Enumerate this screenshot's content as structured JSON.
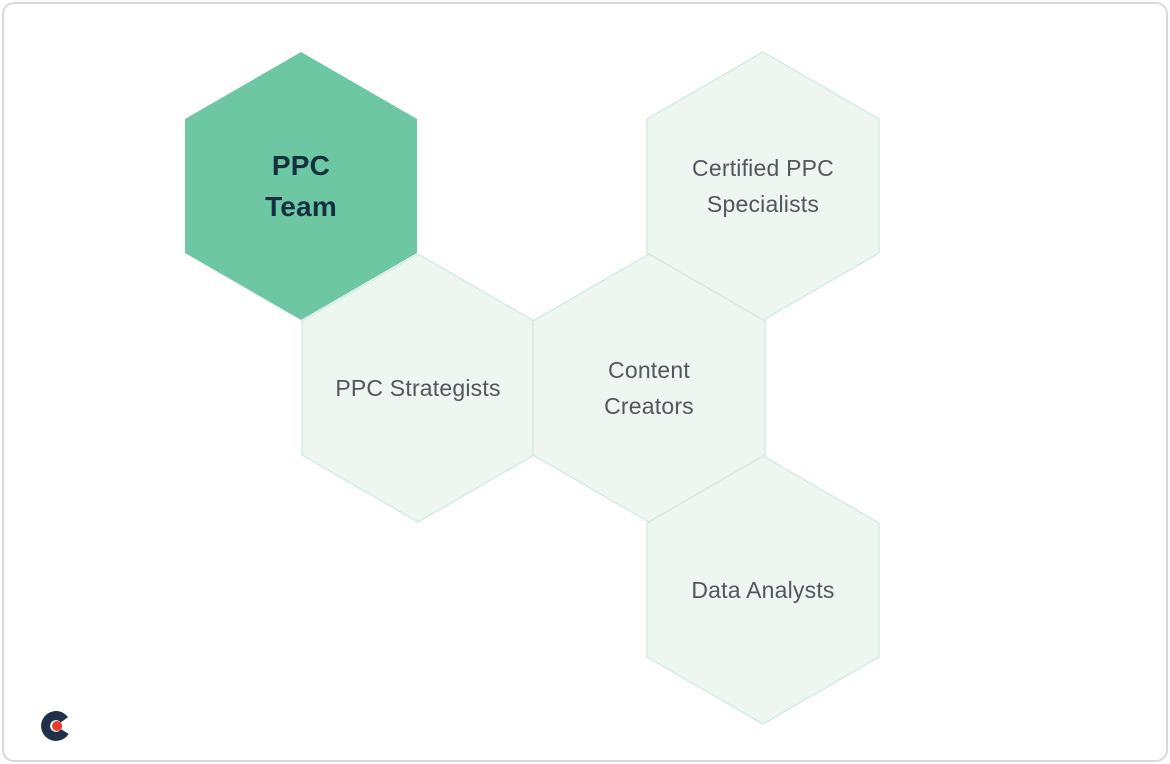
{
  "colors": {
    "page-bg": "#ffffff",
    "frame-border": "#d9d9d9",
    "hex-active-fill": "#6cc7a2",
    "hex-active-text": "#15303e",
    "hex-light-fill": "#edf6f1",
    "hex-light-border": "#d5ebe1",
    "hex-light-text": "#51575c",
    "logo-navy": "#203048",
    "logo-red": "#e73c2e"
  },
  "diagram": {
    "type": "hexagon-team-chart",
    "hexagons": [
      {
        "id": "ppc-team",
        "variant": "active",
        "lines": [
          "PPC",
          "Team"
        ]
      },
      {
        "id": "certified-ppc-specialists",
        "variant": "light",
        "lines": [
          "Certified PPC",
          "Specialists"
        ]
      },
      {
        "id": "ppc-strategists",
        "variant": "light",
        "lines": [
          "PPC Strategists"
        ]
      },
      {
        "id": "content-creators",
        "variant": "light",
        "lines": [
          "Content",
          "Creators"
        ]
      },
      {
        "id": "data-analysts",
        "variant": "light",
        "lines": [
          "Data Analysts"
        ]
      }
    ]
  },
  "icons": {
    "brand_logo": "c-brand-logo"
  }
}
